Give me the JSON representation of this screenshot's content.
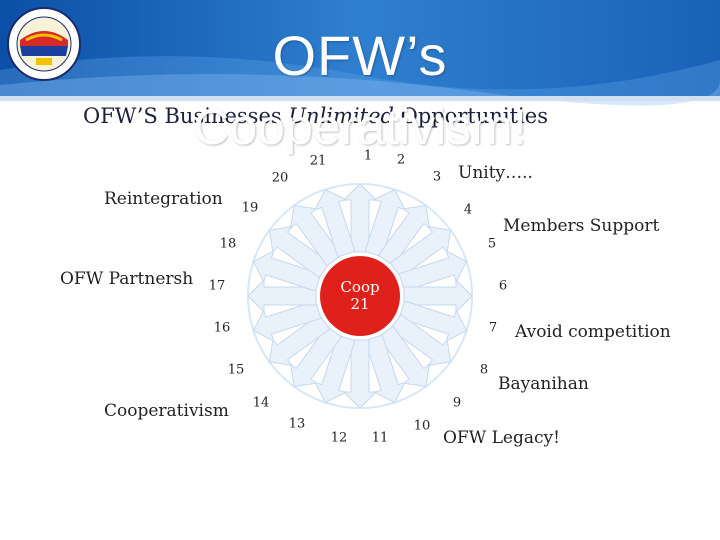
{
  "slide": {
    "title_line1": "OFW’s",
    "title_line2": "Cooperativism!",
    "subtitle_prefix": "OFW’S Businesses ",
    "subtitle_italic": "Unlimited",
    "subtitle_suffix": " Opportunities"
  },
  "center": {
    "label": "Coop",
    "number": "21"
  },
  "numbers": [
    "1",
    "2",
    "3",
    "4",
    "5",
    "6",
    "7",
    "8",
    "9",
    "10",
    "11",
    "12",
    "13",
    "14",
    "15",
    "16",
    "17",
    "18",
    "19",
    "20",
    "21"
  ],
  "side_labels": {
    "unity": "Unity…..",
    "members_support": "Members Support",
    "avoid_competition": "Avoid competition",
    "bayanihan": "Bayanihan",
    "ofw_legacy": "OFW Legacy!",
    "reintegration": "Reintegration",
    "ofw_partnership": "OFW Partnersh",
    "cooperativism": "Cooperativism"
  },
  "colors": {
    "background_top": "#2f7fd0",
    "background_dark": "#0b4fa6",
    "center_circle": "#e0201b",
    "ring": "#d9e7f6",
    "arrow": "#e9f1fa"
  },
  "icons": {
    "logo": "cooperative-seal-logo"
  }
}
